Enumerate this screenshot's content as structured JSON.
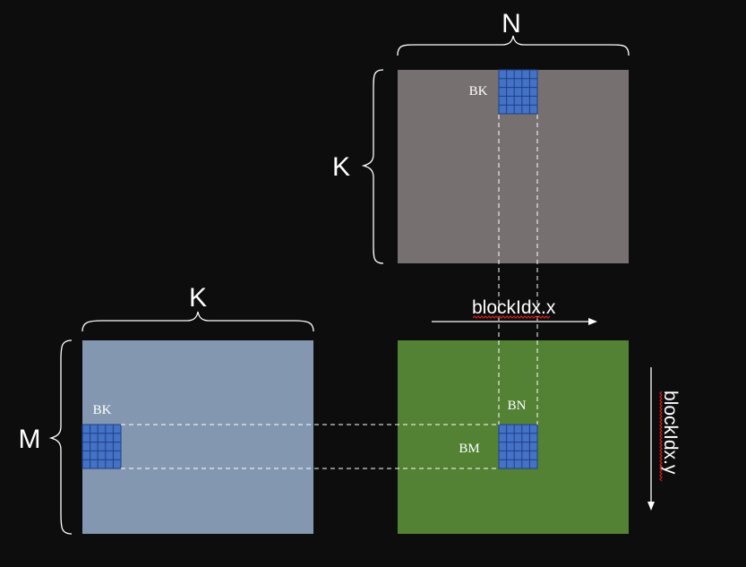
{
  "matrix_b": {
    "width_label": "N",
    "height_label": "K",
    "tile_label": "BK",
    "color": "#767170"
  },
  "matrix_a": {
    "width_label": "K",
    "height_label": "M",
    "tile_label": "BK",
    "color": "#8497b0"
  },
  "matrix_c": {
    "tile_width_label": "BN",
    "tile_height_label": "BM",
    "color": "#548235"
  },
  "tile": {
    "color": "#4472c4",
    "grid_color": "#1f3f8a",
    "rows": 5,
    "cols": 5
  },
  "axes": {
    "x_label": "blockIdx.x",
    "y_label": "blockIdx.y"
  },
  "colors": {
    "background": "#0d0d0d",
    "foreground": "#ffffff",
    "spellcheck_underline": "#d42020"
  }
}
